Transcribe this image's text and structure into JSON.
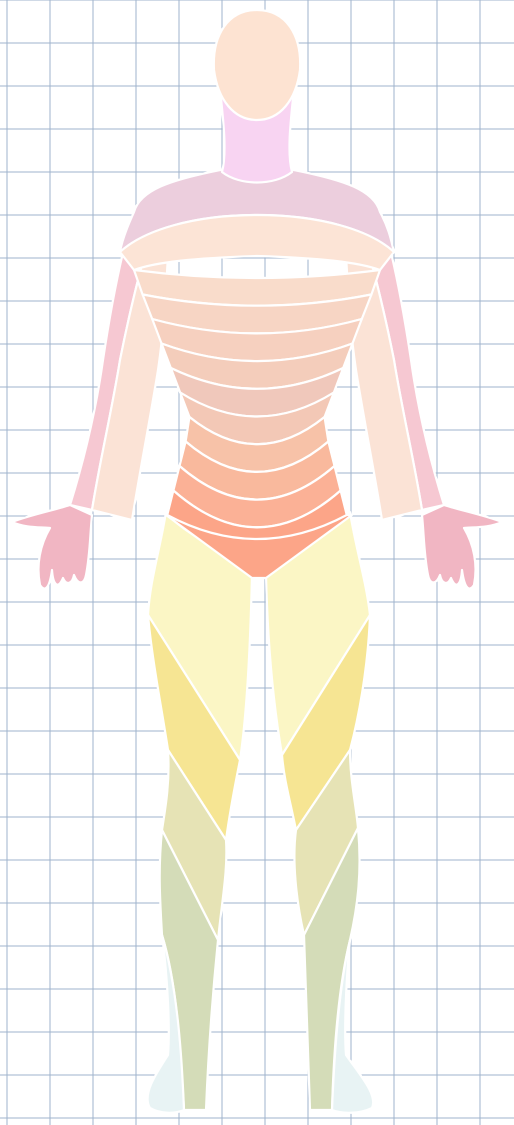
{
  "diagram": {
    "kind": "body dermatome map (anterior view)",
    "grid_color": "#9fb3cc",
    "background": "#ffffff",
    "outline_color": "#ffffff",
    "regions": [
      {
        "id": "head",
        "color": "#fde3d2"
      },
      {
        "id": "neck",
        "color": "#f8d4f2"
      },
      {
        "id": "shoulder-band",
        "color": "#eccedd"
      },
      {
        "id": "upper-chest",
        "color": "#fce4d6"
      },
      {
        "id": "outer-arm",
        "color": "#f6c8d2"
      },
      {
        "id": "inner-arm",
        "color": "#fbe3d6"
      },
      {
        "id": "hand",
        "color": "#f1b6c3"
      },
      {
        "id": "thorax-bands",
        "colors": [
          "#f9dccb",
          "#f7d5c4",
          "#f6d0bf",
          "#f4cdbb",
          "#f0c8bb",
          "#f3c8b6",
          "#f7c2a8",
          "#f9b99d",
          "#fbb196",
          "#fca588"
        ]
      },
      {
        "id": "upper-thigh",
        "color": "#fbf6c5"
      },
      {
        "id": "lower-thigh",
        "color": "#f6e593"
      },
      {
        "id": "knee",
        "color": "#e6e3b5"
      },
      {
        "id": "shin",
        "color": "#d4dcb8"
      },
      {
        "id": "foot",
        "color": "#e8f3f4"
      }
    ]
  }
}
